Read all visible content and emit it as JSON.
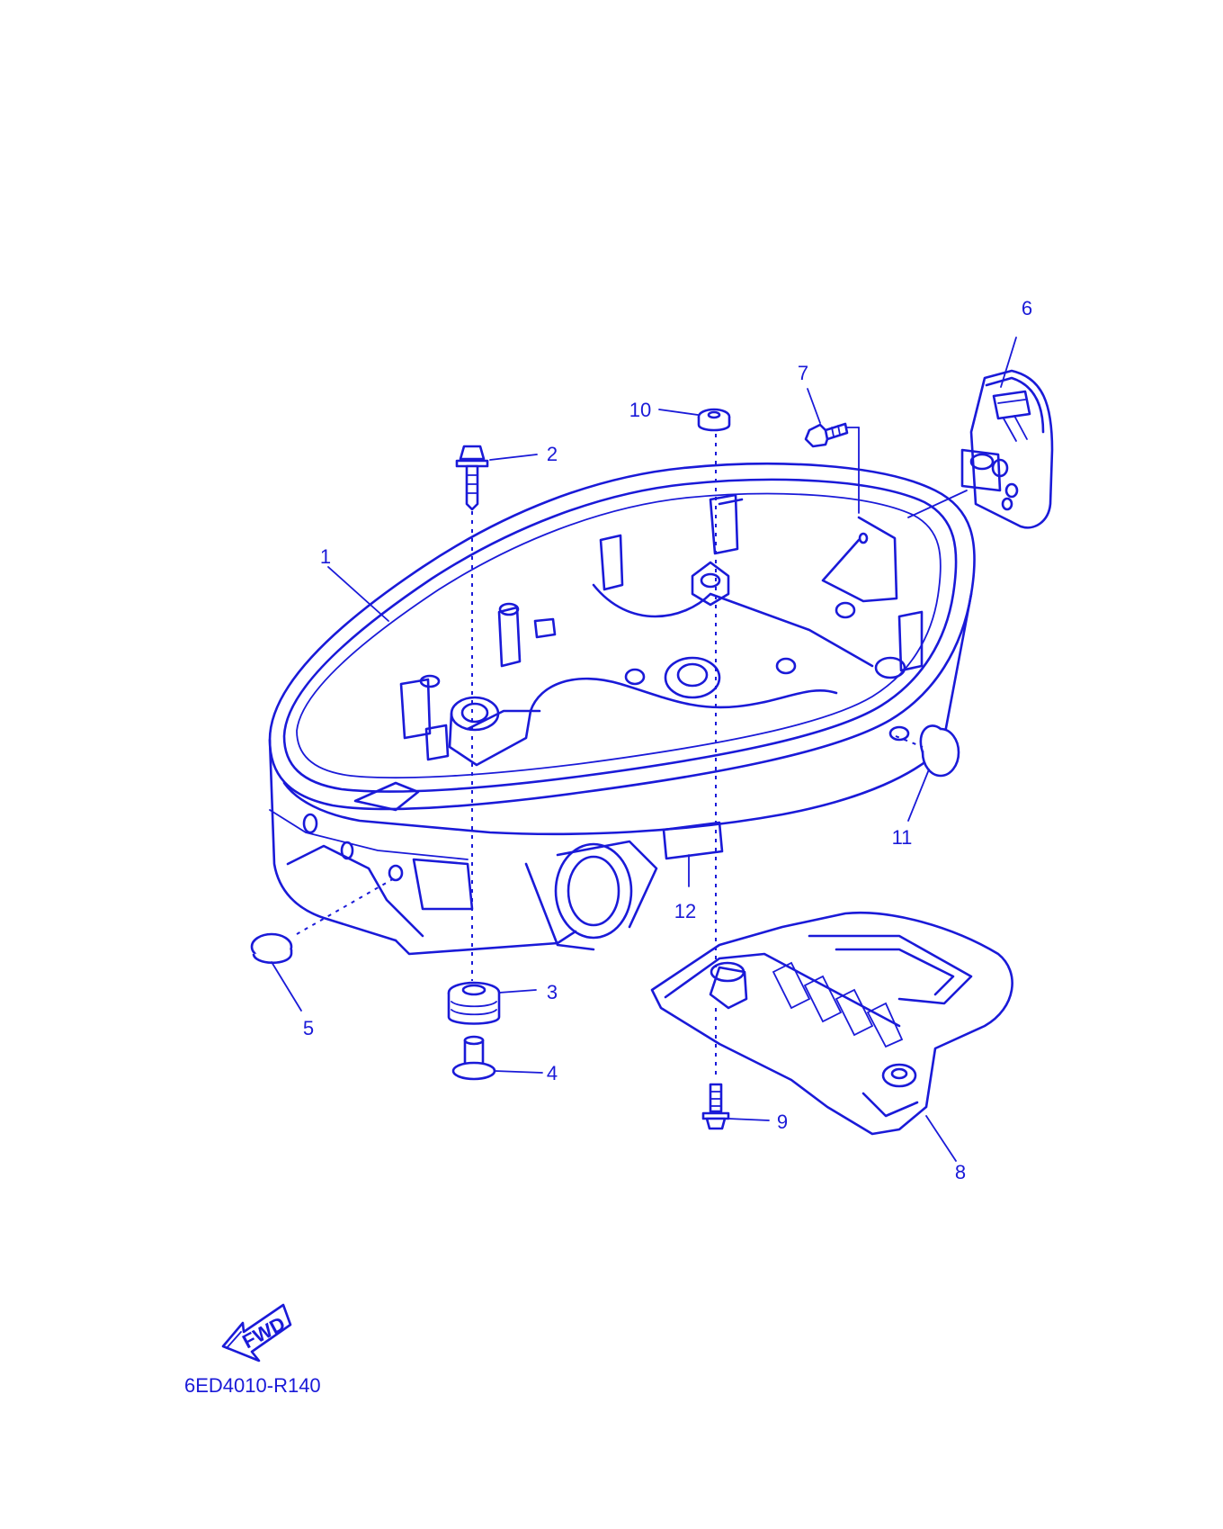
{
  "diagram": {
    "drawing_code": "6ED4010-R140",
    "fwd_label": "FWD",
    "part_labels": [
      "1",
      "2",
      "3",
      "4",
      "5",
      "6",
      "7",
      "8",
      "9",
      "10",
      "11",
      "12"
    ],
    "line_color": "#1a1ad8",
    "background": "#ffffff"
  }
}
